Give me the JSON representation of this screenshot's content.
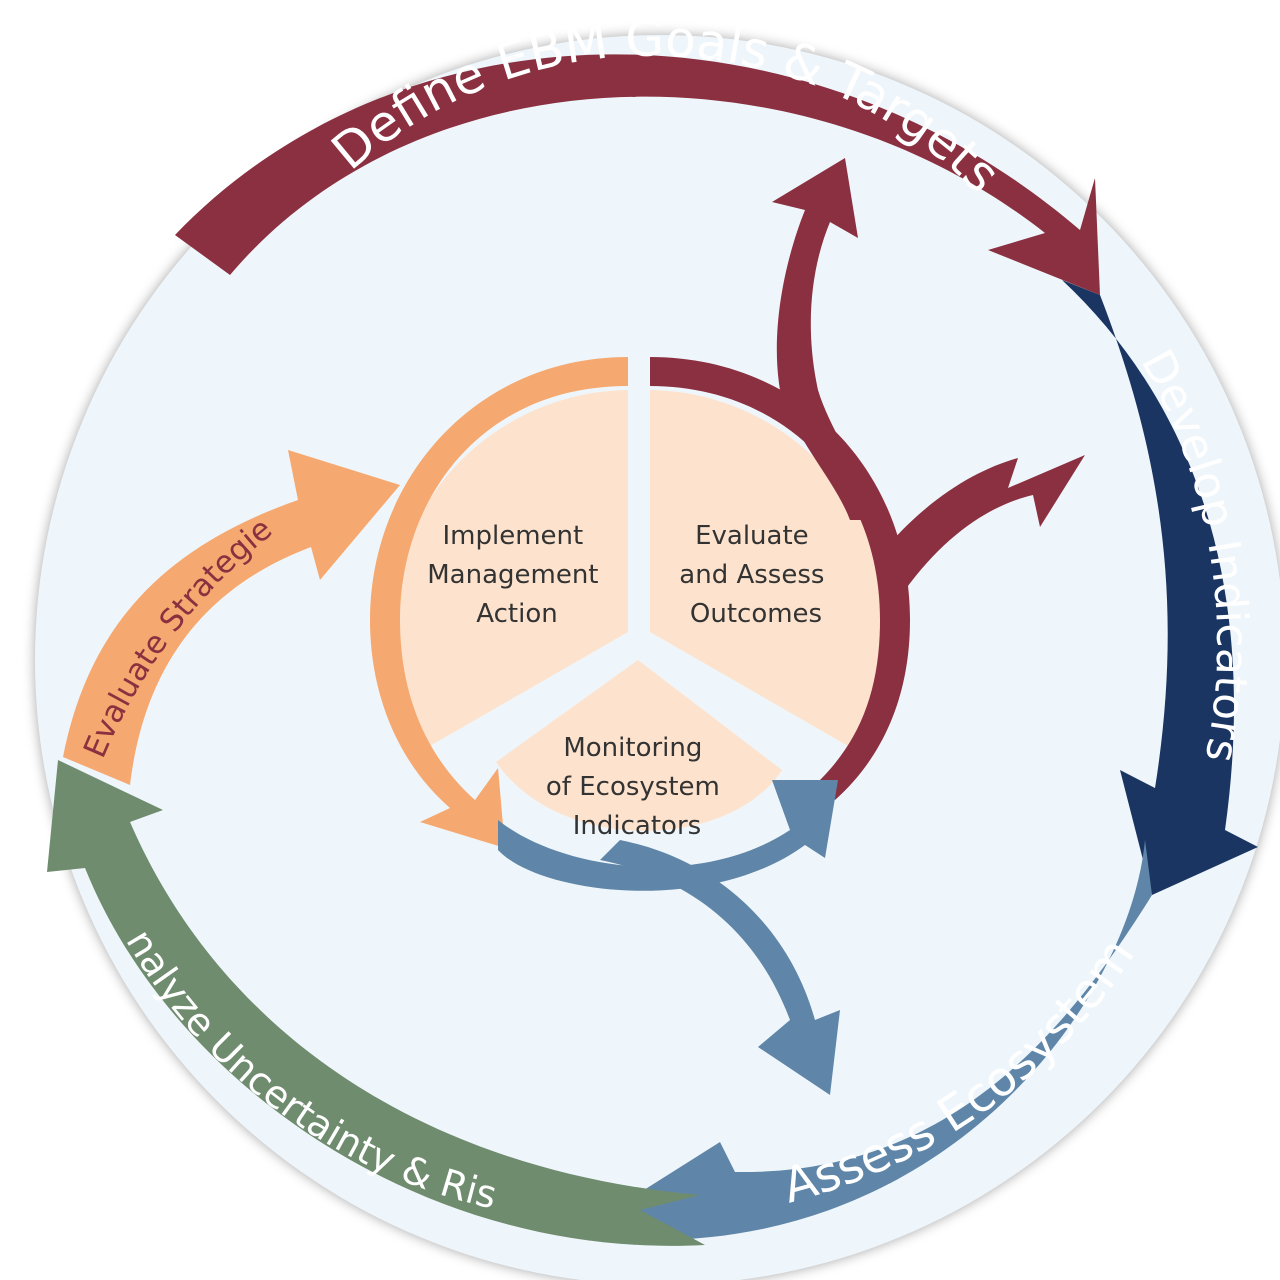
{
  "colors": {
    "background_disc": "#eff6fb",
    "pie_fill": "#fde3cd",
    "define": "#8b3040",
    "develop": "#1b3562",
    "assess": "#5f86a8",
    "analyze": "#6f8c6e",
    "strategies": "#f5a86f",
    "strategies_text": "#8b3040",
    "inner_text": "#333333"
  },
  "outer_cycle": [
    {
      "id": "define",
      "label": "Define EBM Goals & Targets"
    },
    {
      "id": "develop",
      "label": "Develop Indicators"
    },
    {
      "id": "assess",
      "label": "Assess Ecosystem"
    },
    {
      "id": "analyze",
      "label": "Analyze Uncertainty & Risk"
    }
  ],
  "strategies": {
    "label": "Evaluate Strategies"
  },
  "inner_sectors": [
    {
      "id": "implement",
      "lines": [
        "Implement",
        "Management",
        "Action"
      ]
    },
    {
      "id": "evaluate",
      "lines": [
        "Evaluate",
        "and Assess",
        "Outcomes"
      ]
    },
    {
      "id": "monitoring",
      "lines": [
        "Monitoring",
        "of Ecosystem",
        "Indicators"
      ]
    }
  ]
}
